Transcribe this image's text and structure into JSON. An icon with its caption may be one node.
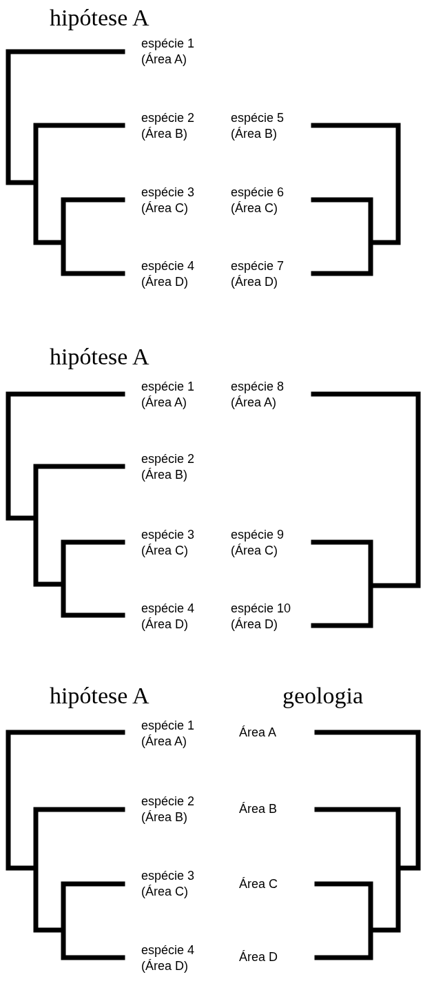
{
  "diagram": {
    "labels": [
      "hipótese A",
      "espécie 1 (Área A)",
      "espécie 2 (Área B)",
      "espécie 5 (Área B)",
      "espécie 3 (Área C)",
      "espécie 6 (Área C)",
      "espécie 4 (Área D)",
      "espécie 7 (Área D)",
      "hipótese A",
      "espécie 1 (Área A)",
      "espécie 8 (Área A)",
      "espécie 2 (Área B)",
      "espécie 3 (Área C)",
      "espécie 9 (Área C)",
      "espécie 4 (Área D)",
      "espécie 10 (Área D)",
      "hipótese A",
      "geologia",
      "espécie 1 (Área A)",
      "Área A",
      "espécie 2 (Área B)",
      "Área B",
      "espécie 3 (Área C)",
      "Área C",
      "espécie 4 (Área D)",
      "Área D"
    ]
  }
}
